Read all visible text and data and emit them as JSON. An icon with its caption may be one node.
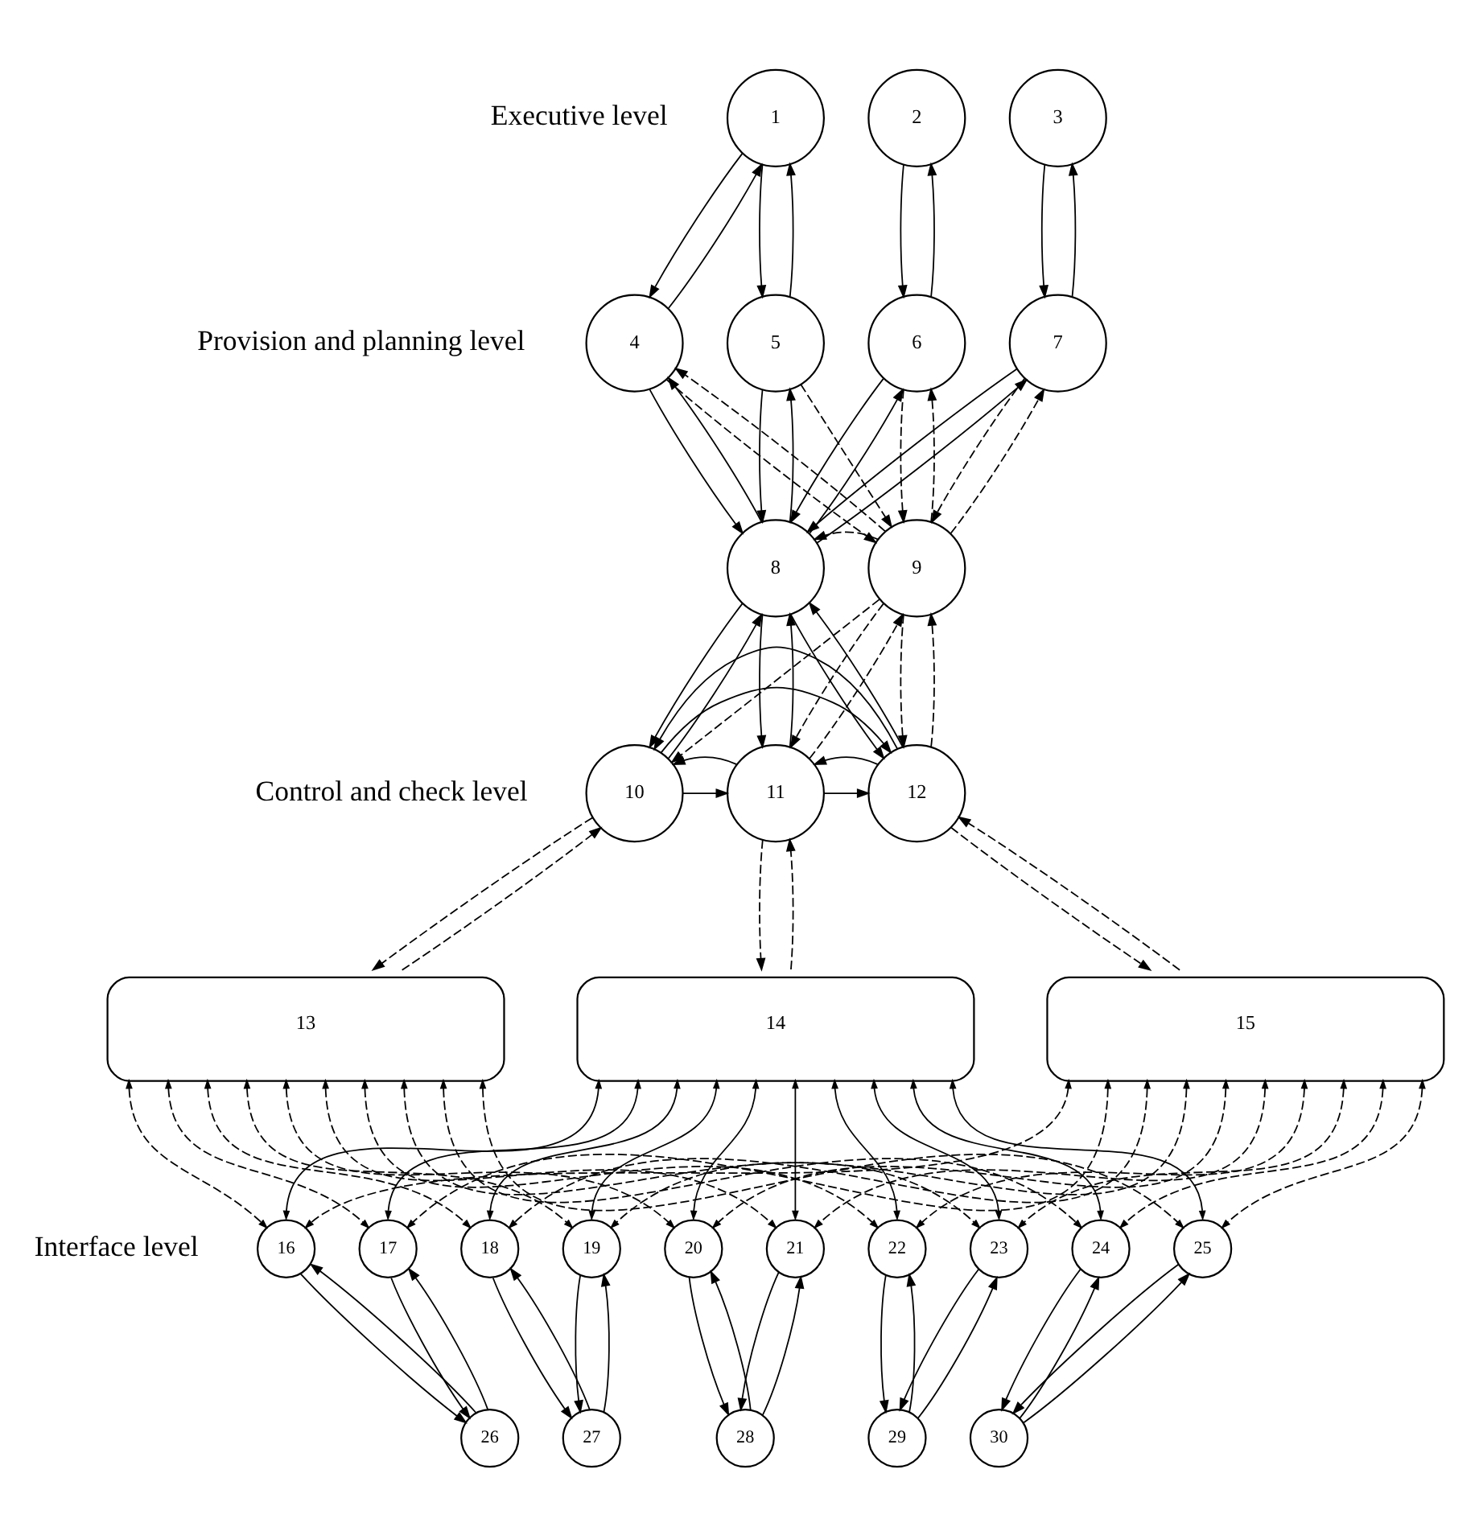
{
  "diagram": {
    "nodes": [
      {
        "text": [
          "1"
        ]
      },
      {
        "text": [
          "2"
        ]
      },
      {
        "text": [
          "3"
        ]
      },
      {
        "text": [
          "4"
        ]
      },
      {
        "text": [
          "5"
        ]
      },
      {
        "text": [
          "6"
        ]
      },
      {
        "text": [
          "7"
        ]
      },
      {
        "text": [
          "8"
        ]
      },
      {
        "text": [
          "9"
        ]
      },
      {
        "text": [
          "10"
        ]
      },
      {
        "text": [
          "11"
        ]
      },
      {
        "text": [
          "12"
        ]
      },
      {
        "text": [
          "13"
        ]
      },
      {
        "text": [
          "14"
        ]
      },
      {
        "text": [
          "15"
        ]
      },
      {
        "text": [
          "16"
        ]
      },
      {
        "text": [
          "17"
        ]
      },
      {
        "text": [
          "18"
        ]
      },
      {
        "text": [
          "19"
        ]
      },
      {
        "text": [
          "20"
        ]
      },
      {
        "text": [
          "21"
        ]
      },
      {
        "text": [
          "22"
        ]
      },
      {
        "text": [
          "23"
        ]
      },
      {
        "text": [
          "24"
        ]
      },
      {
        "text": [
          "25"
        ]
      },
      {
        "text": [
          "26"
        ]
      },
      {
        "text": [
          "27"
        ]
      },
      {
        "text": [
          "28"
        ]
      },
      {
        "text": [
          "29"
        ]
      },
      {
        "text": [
          "30"
        ]
      }
    ],
    "edges": [
      {
        "from": 3,
        "to": 0,
        "arrow": "to"
      },
      {
        "from": 0,
        "to": 3,
        "arrow": "to"
      },
      {
        "from": 4,
        "to": 0,
        "arrow": "to"
      },
      {
        "from": 0,
        "to": 4,
        "arrow": "to"
      },
      {
        "from": 5,
        "to": 1,
        "arrow": "to"
      },
      {
        "from": 1,
        "to": 5,
        "arrow": "to"
      },
      {
        "from": 6,
        "to": 2,
        "arrow": "to"
      },
      {
        "from": 2,
        "to": 6,
        "arrow": "to"
      },
      {
        "from": 3,
        "to": 7,
        "arrow": "to"
      },
      {
        "from": 7,
        "to": 3,
        "arrow": "to"
      },
      {
        "from": 7,
        "to": 4,
        "arrow": "to"
      },
      {
        "from": 4,
        "to": 7,
        "arrow": "to"
      },
      {
        "from": 7,
        "to": 5,
        "arrow": "to"
      },
      {
        "from": 5,
        "to": 7,
        "arrow": "to"
      },
      {
        "from": 7,
        "to": 6,
        "arrow": "to"
      },
      {
        "from": 6,
        "to": 7,
        "arrow": "to"
      },
      {
        "from": 4,
        "to": 8,
        "arrow": "to",
        "style": "dashed"
      },
      {
        "from": 8,
        "to": 3,
        "arrow": "to",
        "style": "dashed"
      },
      {
        "from": 3,
        "to": 8,
        "arrow": "to",
        "style": "dashed"
      },
      {
        "from": 5,
        "to": 8,
        "arrow": "to",
        "style": "dashed"
      },
      {
        "from": 8,
        "to": 5,
        "arrow": "to",
        "style": "dashed"
      },
      {
        "from": 8,
        "to": 6,
        "arrow": "to",
        "style": "dashed"
      },
      {
        "from": 6,
        "to": 8,
        "arrow": "to",
        "style": "dashed"
      },
      {
        "from": 8,
        "to": 7,
        "arrow": "to",
        "style": "dashed"
      },
      {
        "from": 7,
        "to": 9,
        "arrow": "to"
      },
      {
        "from": 9,
        "to": 7,
        "arrow": "to"
      },
      {
        "from": 7,
        "to": 10,
        "arrow": "to"
      },
      {
        "from": 10,
        "to": 7,
        "arrow": "to"
      },
      {
        "from": 11,
        "to": 7,
        "arrow": "to"
      },
      {
        "from": 7,
        "to": 11,
        "arrow": "to"
      },
      {
        "from": 8,
        "to": 9,
        "arrow": "to",
        "style": "dashed"
      },
      {
        "from": 10,
        "to": 8,
        "arrow": "to",
        "style": "dashed"
      },
      {
        "from": 8,
        "to": 10,
        "arrow": "to",
        "style": "dashed"
      },
      {
        "from": 11,
        "to": 8,
        "arrow": "to",
        "style": "dashed"
      },
      {
        "from": 8,
        "to": 11,
        "arrow": "to",
        "style": "dashed"
      },
      {
        "from": 9,
        "to": 10,
        "arrow": "to"
      },
      {
        "from": 10,
        "to": 9,
        "arrow": "to"
      },
      {
        "from": 10,
        "to": 11,
        "arrow": "to"
      },
      {
        "from": 11,
        "to": 10,
        "arrow": "to"
      },
      {
        "from": 9,
        "to": 11,
        "arrow": "to"
      },
      {
        "from": 11,
        "to": 9,
        "arrow": "to"
      },
      {
        "from": 9,
        "to": 12,
        "arrow": "to",
        "style": "dashed"
      },
      {
        "from": 12,
        "to": 9,
        "arrow": "to",
        "style": "dashed"
      },
      {
        "from": 10,
        "to": 13,
        "arrow": "to",
        "style": "dashed"
      },
      {
        "from": 13,
        "to": 10,
        "arrow": "to",
        "style": "dashed"
      },
      {
        "from": 11,
        "to": 14,
        "arrow": "to",
        "style": "dashed"
      },
      {
        "from": 14,
        "to": 11,
        "arrow": "to",
        "style": "dashed"
      },
      {
        "from": 12,
        "to": 15,
        "arrow": "both",
        "style": "dashed"
      },
      {
        "from": 12,
        "to": 16,
        "arrow": "both",
        "style": "dashed"
      },
      {
        "from": 12,
        "to": 17,
        "arrow": "both",
        "style": "dashed"
      },
      {
        "from": 12,
        "to": 18,
        "arrow": "both",
        "style": "dashed"
      },
      {
        "from": 12,
        "to": 19,
        "arrow": "both",
        "style": "dashed"
      },
      {
        "from": 12,
        "to": 20,
        "arrow": "both",
        "style": "dashed"
      },
      {
        "from": 12,
        "to": 21,
        "arrow": "both",
        "style": "dashed"
      },
      {
        "from": 12,
        "to": 22,
        "arrow": "both",
        "style": "dashed"
      },
      {
        "from": 12,
        "to": 23,
        "arrow": "both",
        "style": "dashed"
      },
      {
        "from": 12,
        "to": 24,
        "arrow": "both",
        "style": "dashed"
      },
      {
        "from": 13,
        "to": 15,
        "arrow": "both"
      },
      {
        "from": 13,
        "to": 16,
        "arrow": "both"
      },
      {
        "from": 13,
        "to": 17,
        "arrow": "both"
      },
      {
        "from": 13,
        "to": 18,
        "arrow": "both"
      },
      {
        "from": 13,
        "to": 19,
        "arrow": "both"
      },
      {
        "from": 13,
        "to": 20,
        "arrow": "both"
      },
      {
        "from": 13,
        "to": 21,
        "arrow": "both"
      },
      {
        "from": 13,
        "to": 22,
        "arrow": "both"
      },
      {
        "from": 13,
        "to": 23,
        "arrow": "both"
      },
      {
        "from": 13,
        "to": 24,
        "arrow": "both"
      },
      {
        "from": 14,
        "to": 15,
        "arrow": "both",
        "style": "dashed"
      },
      {
        "from": 14,
        "to": 16,
        "arrow": "both",
        "style": "dashed"
      },
      {
        "from": 14,
        "to": 17,
        "arrow": "both",
        "style": "dashed"
      },
      {
        "from": 14,
        "to": 18,
        "arrow": "both",
        "style": "dashed"
      },
      {
        "from": 14,
        "to": 19,
        "arrow": "both",
        "style": "dashed"
      },
      {
        "from": 14,
        "to": 20,
        "arrow": "both",
        "style": "dashed"
      },
      {
        "from": 14,
        "to": 21,
        "arrow": "both",
        "style": "dashed"
      },
      {
        "from": 14,
        "to": 22,
        "arrow": "both",
        "style": "dashed"
      },
      {
        "from": 14,
        "to": 23,
        "arrow": "both",
        "style": "dashed"
      },
      {
        "from": 14,
        "to": 24,
        "arrow": "both",
        "style": "dashed"
      },
      {
        "from": 15,
        "to": 25,
        "arrow": "to"
      },
      {
        "from": 25,
        "to": 15,
        "arrow": "to"
      },
      {
        "from": 16,
        "to": 25,
        "arrow": "to"
      },
      {
        "from": 25,
        "to": 16,
        "arrow": "to"
      },
      {
        "from": 17,
        "to": 26,
        "arrow": "to"
      },
      {
        "from": 26,
        "to": 17,
        "arrow": "to"
      },
      {
        "from": 18,
        "to": 26,
        "arrow": "to"
      },
      {
        "from": 26,
        "to": 18,
        "arrow": "to"
      },
      {
        "from": 19,
        "to": 27,
        "arrow": "to"
      },
      {
        "from": 27,
        "to": 19,
        "arrow": "to"
      },
      {
        "from": 20,
        "to": 27,
        "arrow": "to"
      },
      {
        "from": 27,
        "to": 20,
        "arrow": "to"
      },
      {
        "from": 21,
        "to": 28,
        "arrow": "to"
      },
      {
        "from": 28,
        "to": 21,
        "arrow": "to"
      },
      {
        "from": 22,
        "to": 28,
        "arrow": "to"
      },
      {
        "from": 28,
        "to": 22,
        "arrow": "to"
      },
      {
        "from": 23,
        "to": 29,
        "arrow": "to"
      },
      {
        "from": 29,
        "to": 23,
        "arrow": "to"
      },
      {
        "from": 24,
        "to": 29,
        "arrow": "to"
      },
      {
        "from": 29,
        "to": 24,
        "arrow": "to"
      }
    ],
    "labels": [
      "Executive level",
      "Provision and planning level",
      "Control and check level",
      "Interface level"
    ]
  }
}
